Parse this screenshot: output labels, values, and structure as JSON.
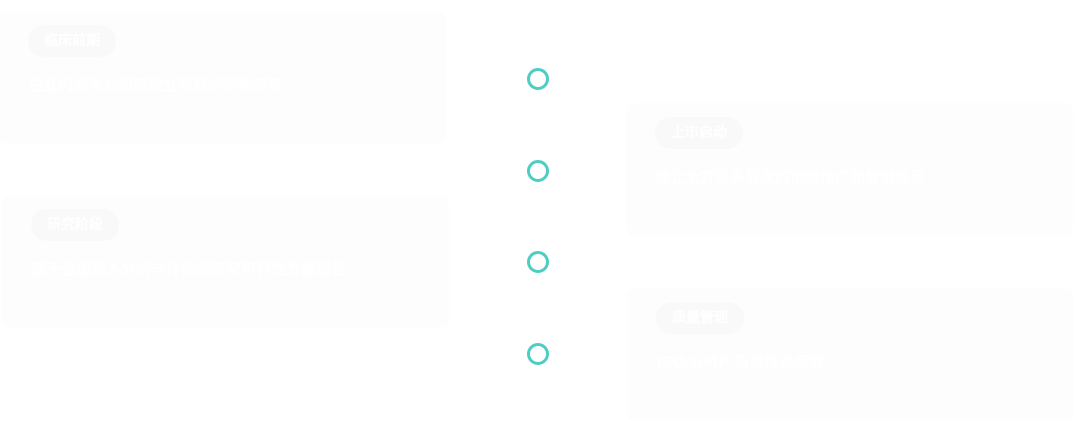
{
  "timeline": {
    "accent_color": "#4ecdc4",
    "items": [
      {
        "badge": "临床前期",
        "text": "在业内领先公司研发立项目的药物研究"
      },
      {
        "badge": "上市启动",
        "text": "建立全方位多层次的市场推广和营销体系"
      },
      {
        "badge": "研究阶段",
        "text": "基于全面深入分析与评估的研究可行性方案报告"
      },
      {
        "badge": "质量管理",
        "text": "ISO/GMP 质量体系标准"
      }
    ]
  }
}
